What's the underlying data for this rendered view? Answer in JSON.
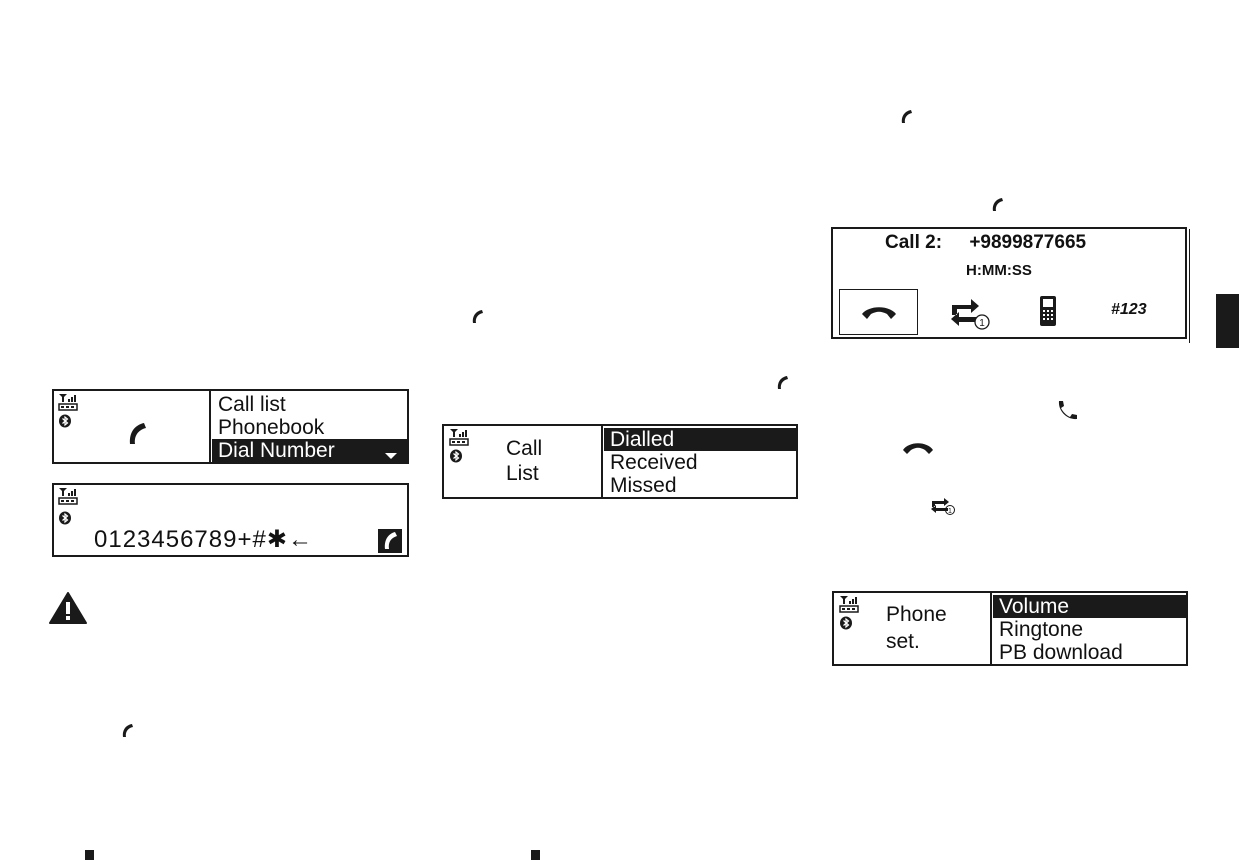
{
  "main_menu": {
    "items": [
      "Call list",
      "Phonebook",
      "Dial Number"
    ],
    "selected_index": 2
  },
  "dial_display": {
    "digits": "0123456789+#✱←"
  },
  "call_list_display": {
    "title_line1": "Call",
    "title_line2": "List",
    "items": [
      "Dialled",
      "Received",
      "Missed"
    ],
    "selected_index": 0
  },
  "call2_display": {
    "caller_label": "Call 2:",
    "number": "+9899877665",
    "duration": "H:MM:SS",
    "keypad_label": "#123"
  },
  "phone_set_display": {
    "title_line1": "Phone",
    "title_line2": "set.",
    "items": [
      "Volume",
      "Ringtone",
      "PB download"
    ],
    "selected_index": 0
  },
  "icons": {
    "warning": "warning-triangle-icon",
    "handset": "handset-icon",
    "hangup": "hang-up-icon",
    "swap": "swap-calls-icon",
    "mobile": "mobile-phone-icon",
    "signal": "signal-strength-icon",
    "battery": "battery-icon",
    "bluetooth": "bluetooth-icon"
  }
}
